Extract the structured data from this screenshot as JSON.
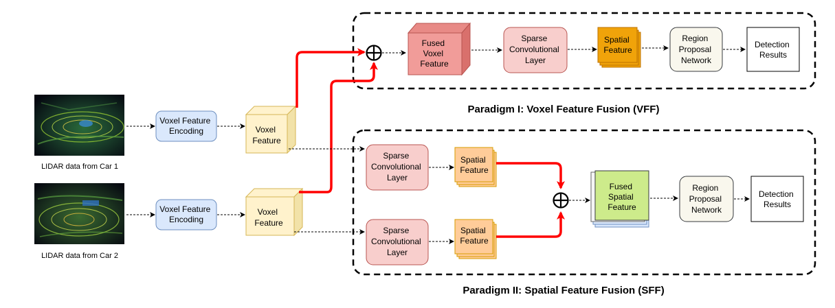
{
  "inputs": {
    "car1_caption": "LIDAR data from Car 1",
    "car2_caption": "LIDAR data from Car 2"
  },
  "nodes": {
    "vfe1": [
      "Voxel Feature",
      "Encoding"
    ],
    "vfe2": [
      "Voxel Feature",
      "Encoding"
    ],
    "voxel1": [
      "Voxel",
      "Feature"
    ],
    "voxel2": [
      "Voxel",
      "Feature"
    ],
    "fused_voxel": [
      "Fused",
      "Voxel",
      "Feature"
    ],
    "sparse_vff": [
      "Sparse",
      "Convolutional",
      "Layer"
    ],
    "spatial_vff": [
      "Spatial",
      "Feature"
    ],
    "rpn_vff": [
      "Region",
      "Proposal",
      "Network"
    ],
    "det_vff": [
      "Detection",
      "Results"
    ],
    "sparse_sff1": [
      "Sparse",
      "Convolutional",
      "Layer"
    ],
    "sparse_sff2": [
      "Sparse",
      "Convolutional",
      "Layer"
    ],
    "spatial_sff1": [
      "Spatial",
      "Feature"
    ],
    "spatial_sff2": [
      "Spatial",
      "Feature"
    ],
    "fused_spatial": [
      "Fused",
      "Spatial",
      "Feature"
    ],
    "rpn_sff": [
      "Region",
      "Proposal",
      "Network"
    ],
    "det_sff": [
      "Detection",
      "Results"
    ]
  },
  "paradigms": {
    "vff_title": "Paradigm I:  Voxel Feature Fusion (VFF)",
    "sff_title": "Paradigm II:  Spatial Feature Fusion (SFF)"
  },
  "symbols": {
    "fusion": "⊕"
  },
  "colors": {
    "encoding_fill": "#dae8fc",
    "encoding_stroke": "#6c8ebf",
    "voxel_fill": "#fff2cc",
    "voxel_stroke": "#d6b656",
    "sparse_fill": "#f8cecc",
    "sparse_stroke": "#b85450",
    "spatial_fill": "#ffcc99",
    "spatial_vff_fill": "#f0a30a",
    "fused_voxel_fill": "#f19c99",
    "fused_spatial_fill": "#cdeb8b",
    "rpn_fill": "#f9f7ed",
    "fusion_arrow": "#ff0000"
  }
}
